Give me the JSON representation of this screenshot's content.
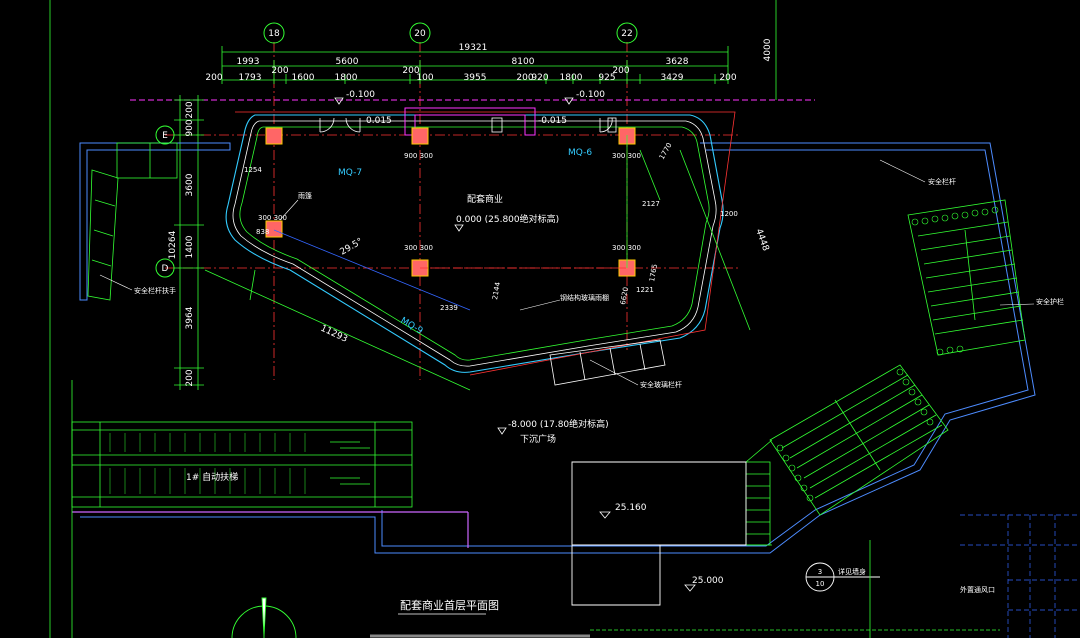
{
  "drawing": {
    "title": "配套商业首层平面图",
    "axis_labels": {
      "col18": "18",
      "col20": "20",
      "col22": "22",
      "rowE": "E",
      "rowD": "D"
    },
    "dims_top_total": "19321",
    "dims_top_row1": [
      "1993",
      "5600",
      "8100",
      "3628"
    ],
    "dims_top_row2": [
      "200",
      "1793",
      "200",
      "1600",
      "1800",
      "200",
      "100",
      "3955",
      "200",
      "920",
      "1800",
      "925",
      "200",
      "3429",
      "200"
    ],
    "dims_left": [
      "200",
      "900",
      "3600",
      "10264",
      "1400",
      "3964",
      "200"
    ],
    "dim_right_top": "4000",
    "dims_plan": [
      "4448",
      "11293",
      "2339",
      "2144",
      "6620",
      "1765",
      "1221",
      "2127",
      "1200",
      "1254",
      "1770",
      "838"
    ],
    "levels": {
      "upper_left": "-0.100",
      "upper_right": "-0.100",
      "door_left": "0.015",
      "door_right": "-0.015",
      "floor": "0.000 (25.800绝对标高)",
      "sunken": "-8.000 (17.80绝对标高)",
      "plaza": "25.160",
      "lower": "25.000"
    },
    "labels": {
      "shop": "配套商业",
      "sunken_plaza": "下沉广场",
      "escalator": "1# 自动扶梯",
      "mq7": "MQ-7",
      "mq6": "MQ-6",
      "mq9": "MQ-9",
      "angle": "29.5°",
      "railing_left": "安全栏杆扶手",
      "railing_right": "安全护栏",
      "railing_bottom": "安全玻璃栏杆",
      "railing_far_right": "安全栏杆",
      "glass_canopy": "钢结构玻璃雨棚",
      "rain_note": "雨篷",
      "detail_ref_top": "3",
      "detail_ref_bottom": "10",
      "detail_note": "详见墙身",
      "room_note": "外置通风口",
      "col_markers": [
        "900 300",
        "300 300",
        "300 300",
        "300 300",
        "300 300"
      ]
    }
  }
}
